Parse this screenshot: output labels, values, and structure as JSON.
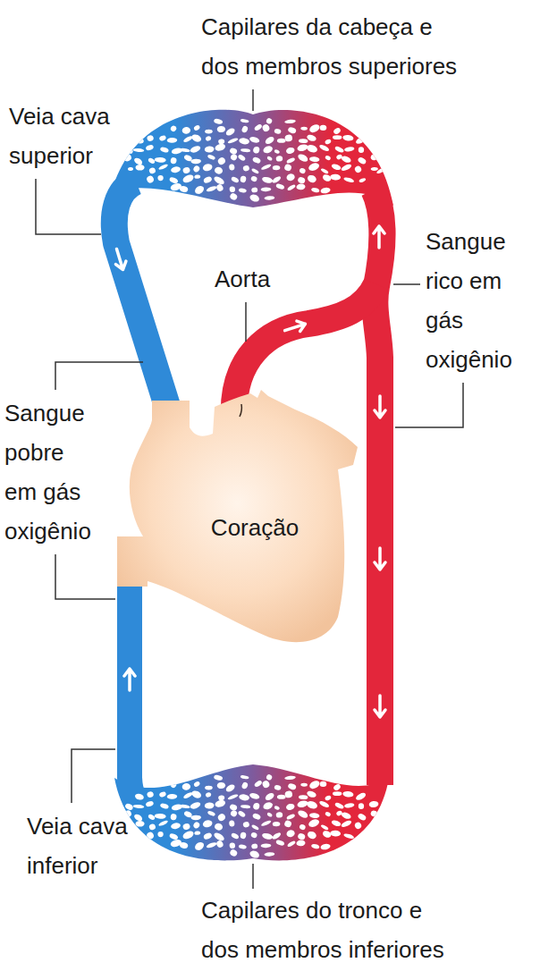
{
  "diagram": {
    "nodes": [
      {
        "text": [
          "Coração"
        ]
      }
    ],
    "labels": [
      "Capilares da cabeça e dos membros superiores",
      "Veia cava superior",
      "Sangue rico em gás oxigênio",
      "Aorta",
      "Sangue pobre em gás oxigênio",
      "Veia cava inferior",
      "Capilares do tronco e dos membros inferiores"
    ]
  }
}
